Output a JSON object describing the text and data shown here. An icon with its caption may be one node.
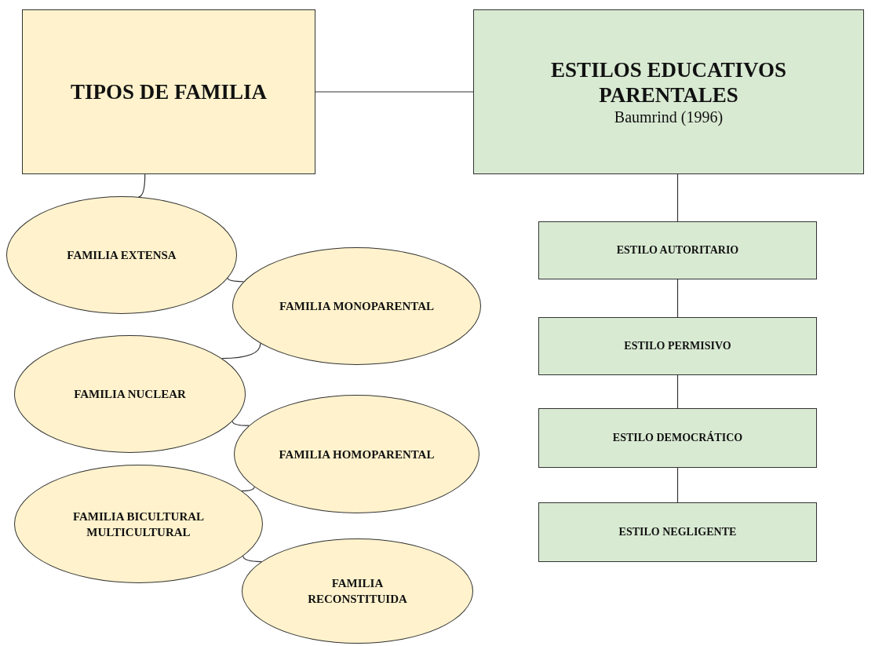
{
  "diagram": {
    "nodes": [
      {
        "text": [
          "TIPOS DE FAMILIA"
        ]
      },
      {
        "text": [
          "ESTILOS EDUCATIVOS PARENTALES",
          "Baumrind (1996)"
        ]
      },
      {
        "text": [
          "FAMILIA EXTENSA"
        ]
      },
      {
        "text": [
          "FAMILIA MONOPARENTAL"
        ]
      },
      {
        "text": [
          "FAMILIA NUCLEAR"
        ]
      },
      {
        "text": [
          "FAMILIA HOMOPARENTAL"
        ]
      },
      {
        "text": [
          "FAMILIA BICULTURAL MULTICULTURAL"
        ]
      },
      {
        "text": [
          "FAMILIA RECONSTITUIDA"
        ]
      },
      {
        "text": [
          "ESTILO AUTORITARIO"
        ]
      },
      {
        "text": [
          "ESTILO PERMISIVO"
        ]
      },
      {
        "text": [
          "ESTILO DEMOCRÁTICO"
        ]
      },
      {
        "text": [
          "ESTILO NEGLIGENTE"
        ]
      }
    ],
    "edges": [
      {
        "from": 0,
        "to": 1,
        "arrow": "none"
      },
      {
        "from": 0,
        "to": 2,
        "arrow": "none"
      },
      {
        "from": 2,
        "to": 3,
        "arrow": "none"
      },
      {
        "from": 3,
        "to": 4,
        "arrow": "none"
      },
      {
        "from": 4,
        "to": 5,
        "arrow": "none"
      },
      {
        "from": 5,
        "to": 6,
        "arrow": "none"
      },
      {
        "from": 6,
        "to": 7,
        "arrow": "none"
      },
      {
        "from": 1,
        "to": 8,
        "arrow": "none"
      },
      {
        "from": 8,
        "to": 9,
        "arrow": "none"
      },
      {
        "from": 9,
        "to": 10,
        "arrow": "none"
      },
      {
        "from": 10,
        "to": 11,
        "arrow": "none"
      }
    ]
  }
}
